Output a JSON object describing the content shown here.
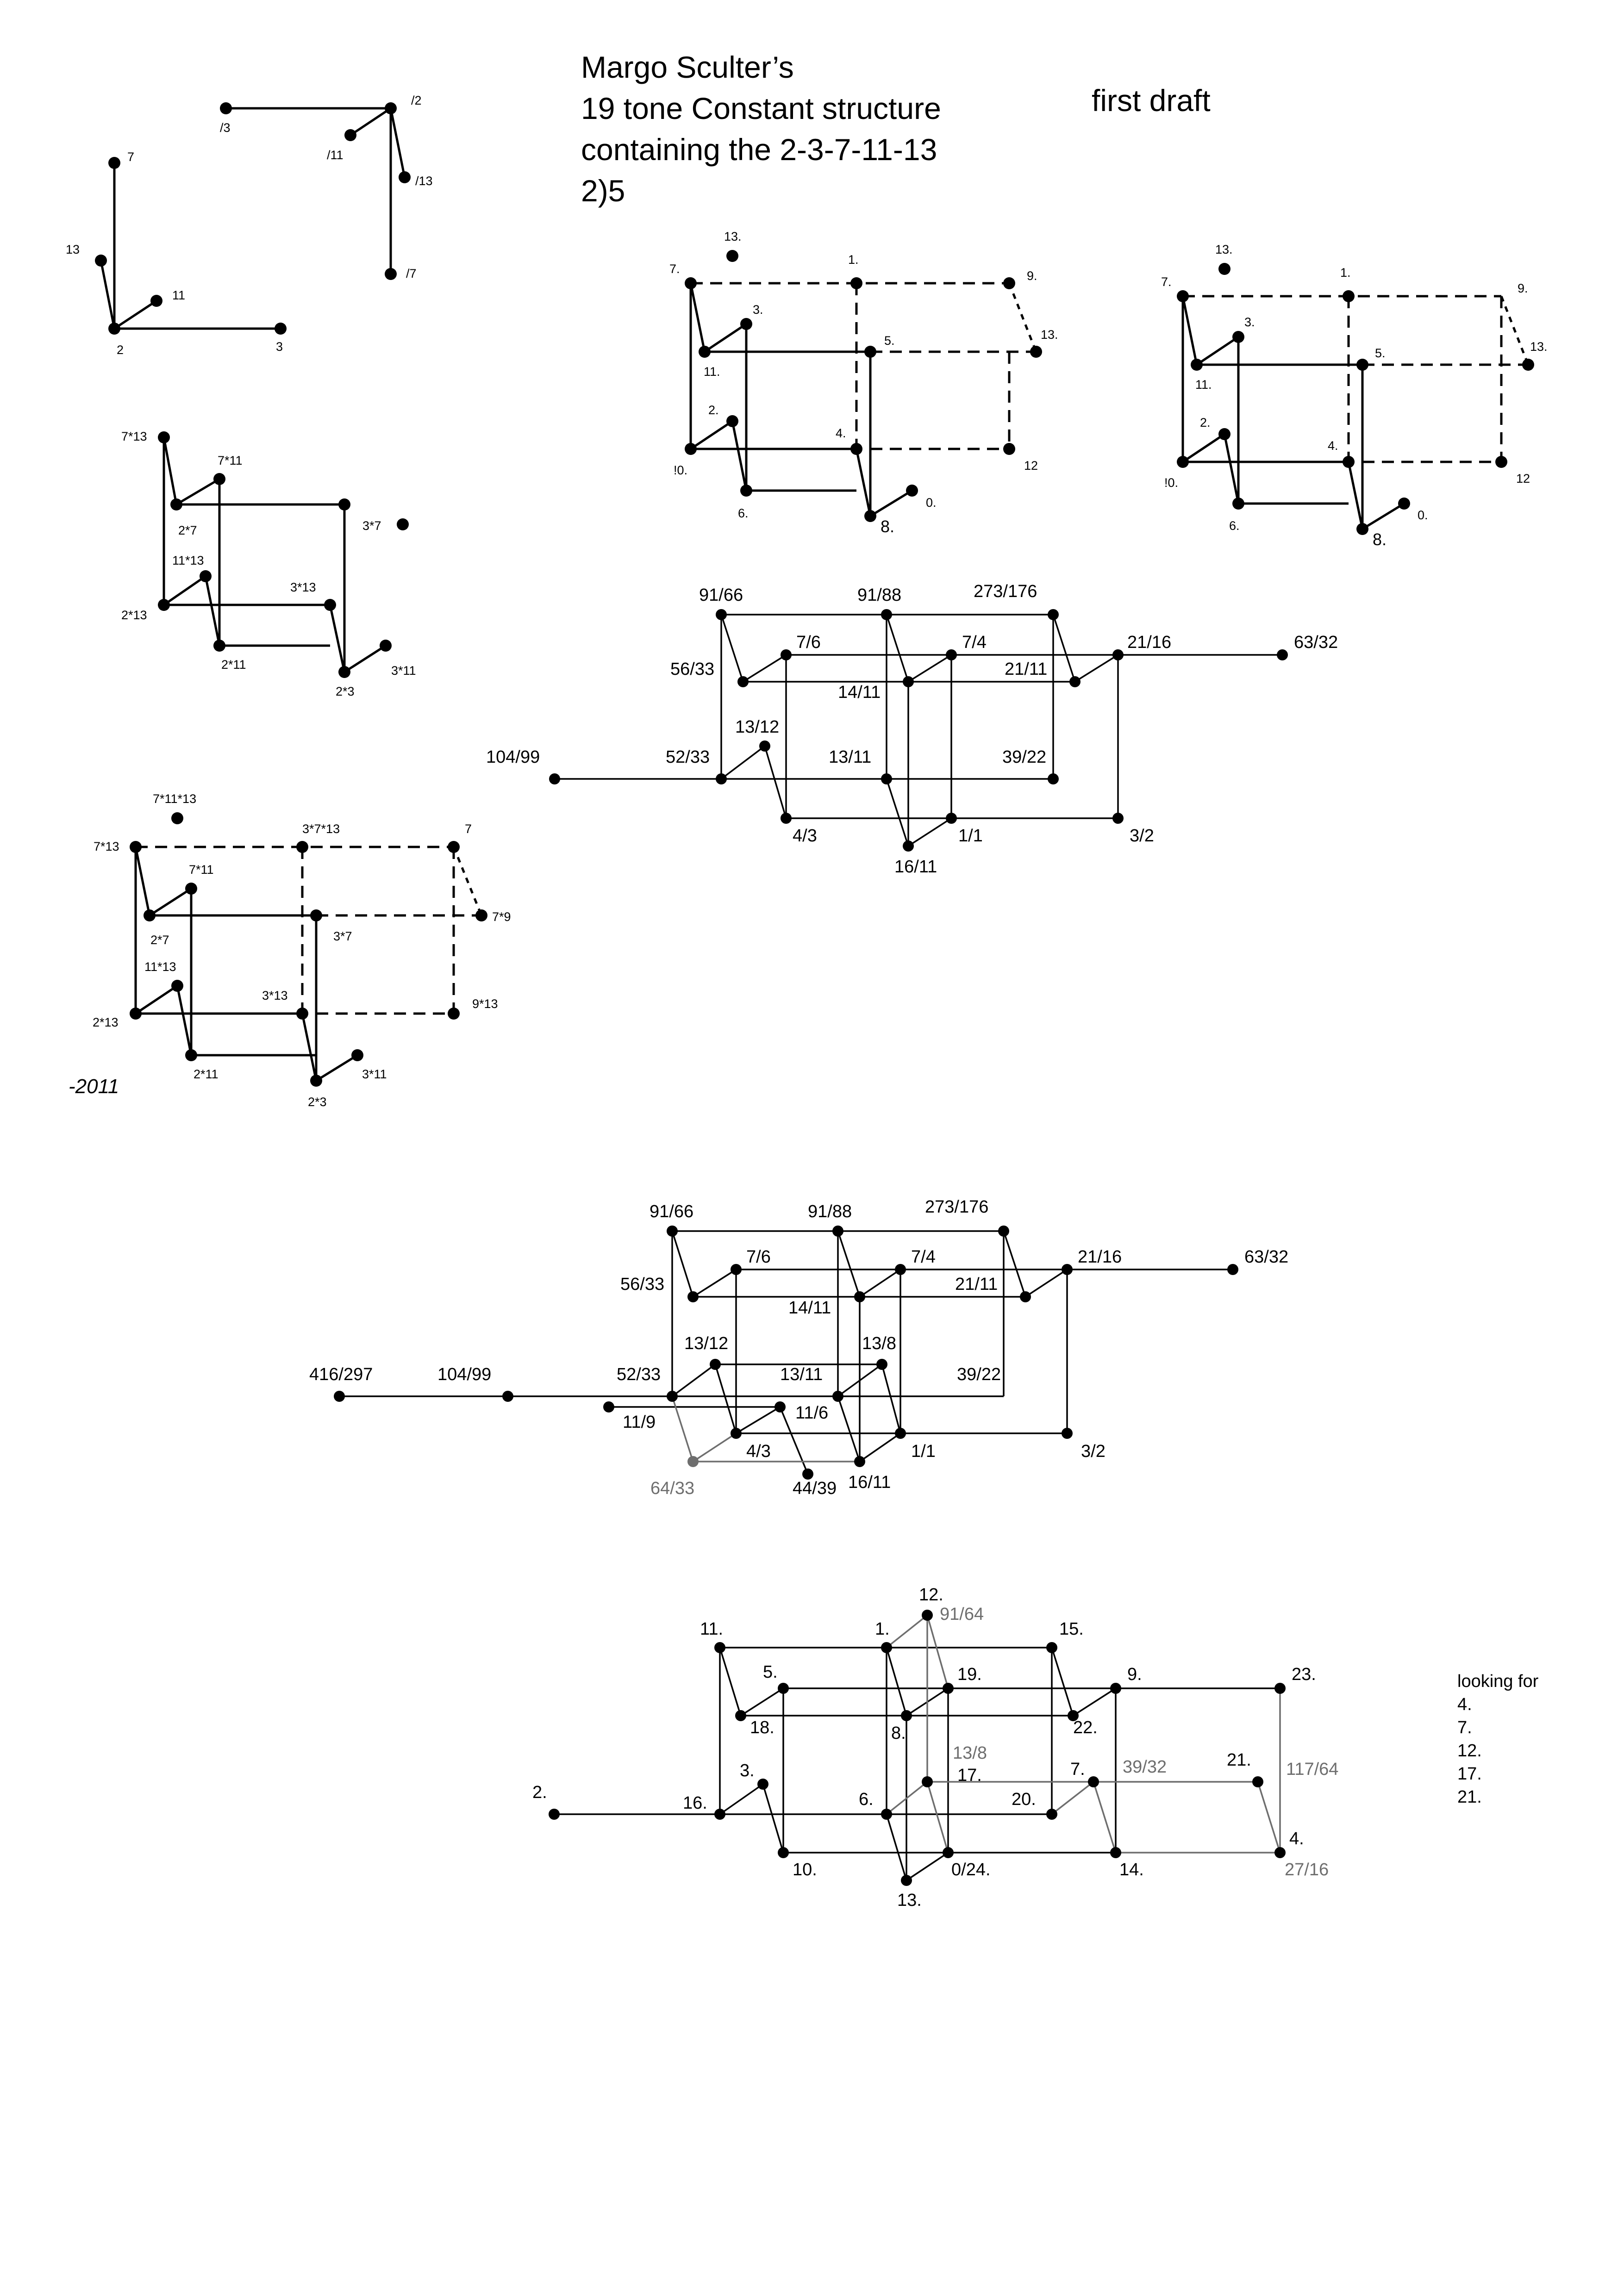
{
  "title": {
    "line1": "Margo Sculter’s",
    "line2": "19 tone Constant structure",
    "line3": "containing the 2-3-7-11-13",
    "line4": "2)5"
  },
  "draft_label": "first draft",
  "signature": "-2011",
  "looking_for": {
    "heading": "looking for",
    "items": [
      "4.",
      "7.",
      "12.",
      "17.",
      "21."
    ]
  },
  "colors": {
    "ink": "#000000",
    "secondary": "#6e6e6e",
    "background": "#ffffff"
  },
  "figures": {
    "axes": {
      "labels": [
        "7",
        "13",
        "11",
        "2",
        "3"
      ],
      "inverse_labels": [
        "/3",
        "/2",
        "/11",
        "/13",
        "/7"
      ]
    },
    "cube_products": {
      "labels": [
        "7*13",
        "7*11",
        "2*7",
        "3*7",
        "11*13",
        "3*13",
        "2*13",
        "2*11",
        "2*3",
        "3*11"
      ]
    },
    "cube_products_extended": {
      "labels": [
        "7*11*13",
        "3*7*13",
        "7",
        "7*13",
        "7*11",
        "2*7",
        "3*7",
        "7*9",
        "11*13",
        "3*13",
        "9*13",
        "2*13",
        "2*11",
        "3*11",
        "2*3"
      ]
    },
    "step_cube_a": {
      "labels": [
        "13.",
        "1.",
        "7.",
        "9.",
        "3.",
        "13.",
        "5.",
        "11.",
        "2.",
        "4.",
        "12",
        "!0.",
        "0.",
        "6.",
        "8."
      ]
    },
    "step_cube_b": {
      "labels": [
        "13.",
        "1.",
        "7.",
        "9.",
        "3.",
        "5.",
        "13.",
        "11.",
        "2.",
        "4.",
        "12",
        "!0.",
        "0.",
        "6.",
        "8."
      ]
    },
    "ratio_lattice_1": {
      "labels": [
        "91/66",
        "91/88",
        "273/176",
        "7/6",
        "7/4",
        "21/16",
        "63/32",
        "56/33",
        "14/11",
        "21/11",
        "13/12",
        "104/99",
        "52/33",
        "13/11",
        "39/22",
        "4/3",
        "1/1",
        "3/2",
        "16/11"
      ]
    },
    "ratio_lattice_2": {
      "labels": [
        "91/66",
        "91/88",
        "273/176",
        "7/6",
        "7/4",
        "21/16",
        "63/32",
        "56/33",
        "14/11",
        "21/11",
        "13/12",
        "13/8",
        "416/297",
        "104/99",
        "52/33",
        "13/11",
        "39/22",
        "11/9",
        "11/6",
        "4/3",
        "1/1",
        "3/2",
        "16/11",
        "44/39"
      ],
      "secondary_labels": [
        "64/33"
      ]
    },
    "step_lattice_19": {
      "labels": [
        "12.",
        "11.",
        "1.",
        "15.",
        "5.",
        "19.",
        "9.",
        "23.",
        "18.",
        "8.",
        "22.",
        "17.",
        "7.",
        "21.",
        "2.",
        "3.",
        "16.",
        "6.",
        "20.",
        "4.",
        "10.",
        "0/24.",
        "14.",
        "13."
      ],
      "secondary_labels": [
        "91/64",
        "13/8",
        "39/32",
        "117/64",
        "27/16"
      ]
    }
  }
}
